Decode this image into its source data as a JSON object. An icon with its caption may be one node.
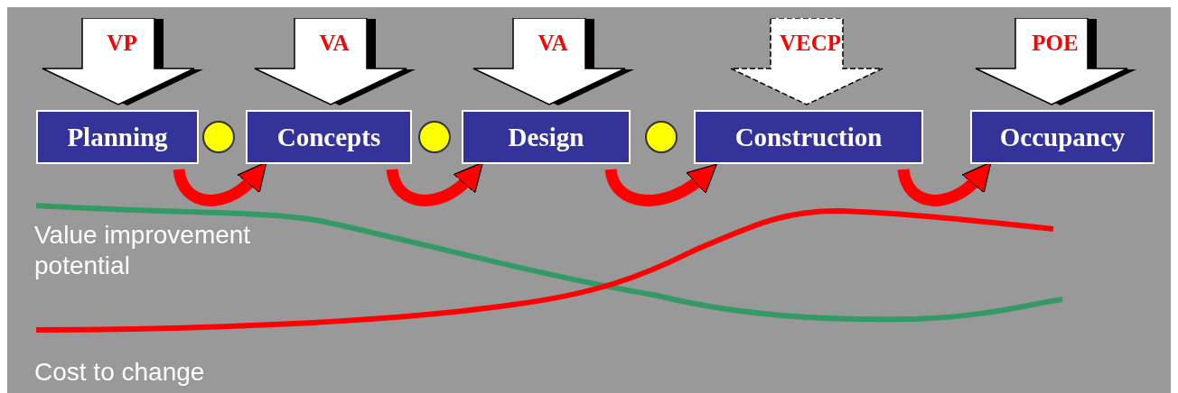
{
  "diagram": {
    "nodes": [
      {
        "text": [
          "VP"
        ]
      },
      {
        "text": [
          "VA"
        ]
      },
      {
        "text": [
          "VA"
        ]
      },
      {
        "text": [
          "VECP"
        ]
      },
      {
        "text": [
          "POE"
        ]
      },
      {
        "text": [
          "Planning"
        ]
      },
      {
        "text": [],
        "shape": "circle"
      },
      {
        "text": [
          "Concepts"
        ]
      },
      {
        "text": [],
        "shape": "circle"
      },
      {
        "text": [
          "Design"
        ]
      },
      {
        "text": [],
        "shape": "circle"
      },
      {
        "text": [
          "Construction"
        ]
      },
      {
        "text": [
          "Occupancy"
        ]
      }
    ],
    "edges": [
      {
        "from": 5,
        "to": 7,
        "arrow": "to"
      },
      {
        "from": 7,
        "to": 9,
        "arrow": "to"
      },
      {
        "from": 9,
        "to": 11,
        "arrow": "to"
      },
      {
        "from": 11,
        "to": 12,
        "arrow": "to"
      }
    ],
    "labels": [
      "Value improvement potential",
      "Cost to change"
    ]
  }
}
